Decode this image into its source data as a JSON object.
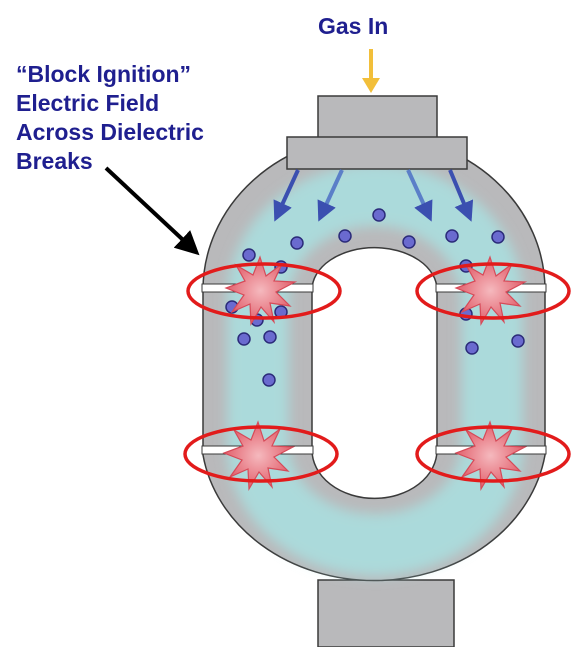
{
  "labels": {
    "gas_in": "Gas In",
    "callout_lines": [
      "“Block Ignition”",
      "Electric Field",
      "Across Dielectric",
      "Breaks"
    ]
  },
  "colors": {
    "body_fill": "#b9b9bb",
    "body_stroke": "#3a3a3a",
    "plasma_glow": "#a9dfe0",
    "label_text": "#1f1f8f",
    "gas_arrow": "#f2bf3a",
    "flow_arrows": "#3b4fb0",
    "particle_fill": "#6a6acf",
    "spark_fill": "#e77b85",
    "break_ellipse": "#e21b1b",
    "pointer_arrow": "#000000"
  },
  "icons": {
    "ignition_spark": "spark-burst-icon",
    "particle": "gas-particle-icon",
    "inlet_arrow": "arrow-down-icon",
    "pointer": "arrow-pointer-icon"
  }
}
